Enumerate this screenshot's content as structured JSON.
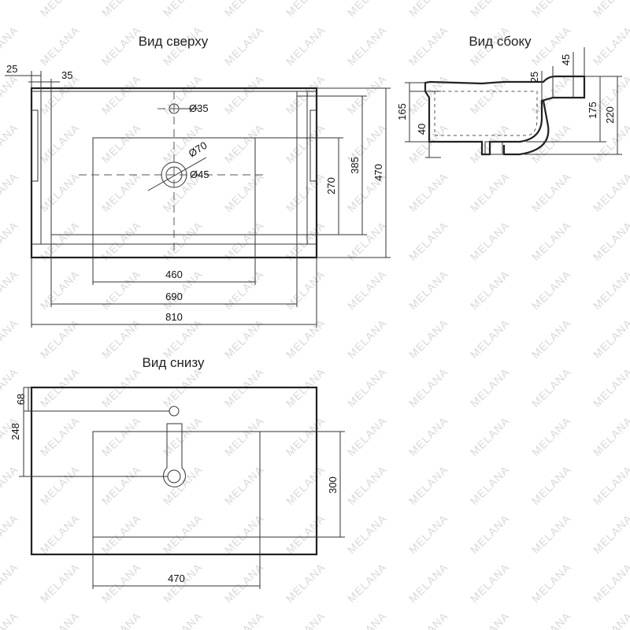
{
  "watermark": "MELANA",
  "views": {
    "top": {
      "title": "Вид сверху"
    },
    "side": {
      "title": "Вид сбоку"
    },
    "bottom": {
      "title": "Вид снизу"
    }
  },
  "dimensions": {
    "top": {
      "d25": "25",
      "d35": "35",
      "tap_hole": "Ø35",
      "drain_outer": "Ø70",
      "drain_inner": "Ø45",
      "bowl_width": "460",
      "inner_width": "690",
      "total_width": "810",
      "bowl_depth": "270",
      "inner_depth": "385",
      "total_depth": "470"
    },
    "side": {
      "d45": "45",
      "d25": "25",
      "d165": "165",
      "d40": "40",
      "d175": "175",
      "d220": "220"
    },
    "bottom": {
      "d68": "68",
      "d248": "248",
      "d300": "300",
      "d470": "470"
    }
  }
}
